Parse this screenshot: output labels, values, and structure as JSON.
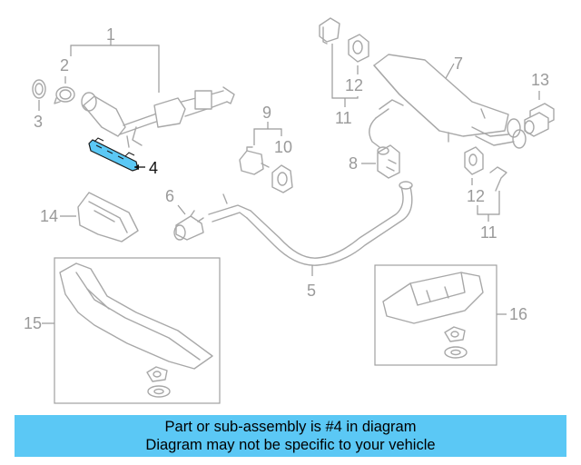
{
  "diagram": {
    "highlighted_part": "4",
    "highlight_color": "#5bc8f5",
    "callouts": {
      "c1": "1",
      "c2": "2",
      "c3": "3",
      "c4": "4",
      "c5": "5",
      "c6": "6",
      "c7": "7",
      "c8": "8",
      "c9": "9",
      "c10": "10",
      "c11a": "11",
      "c11b": "11",
      "c12a": "12",
      "c12b": "12",
      "c13": "13",
      "c14": "14",
      "c15": "15",
      "c16": "16"
    }
  },
  "banner": {
    "line1": "Part or sub-assembly is #4 in diagram",
    "line2": "Diagram may not be specific to your vehicle",
    "background": "#5bc8f5"
  }
}
